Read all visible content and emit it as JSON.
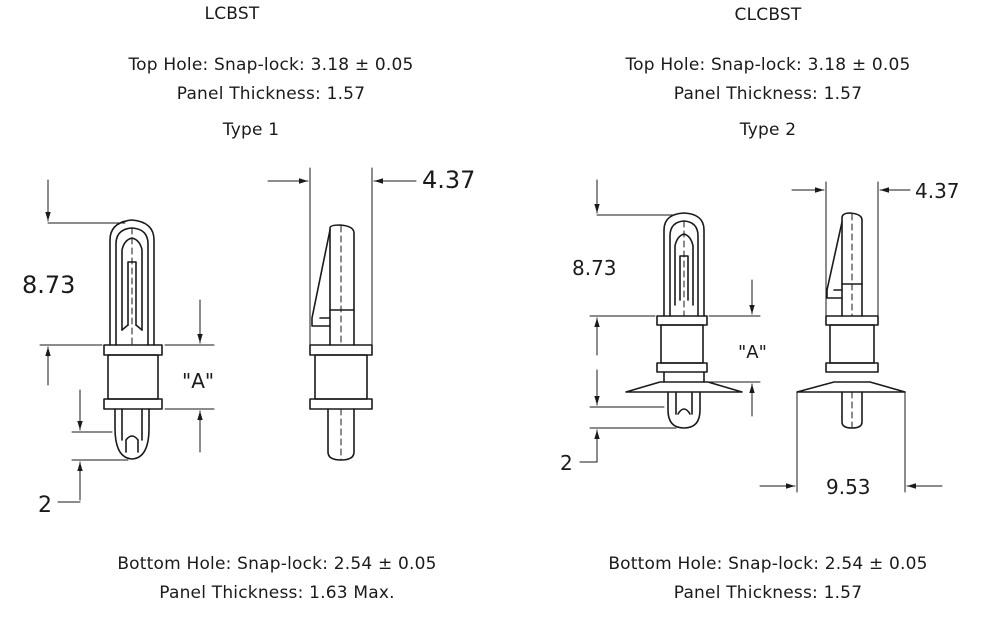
{
  "left": {
    "title": "LCBST",
    "top_hole": "Top Hole: Snap-lock: 3.18 ± 0.05",
    "top_panel": "Panel Thickness: 1.57",
    "type": "Type 1",
    "bottom_hole": "Bottom Hole: Snap-lock: 2.54 ± 0.05",
    "bottom_panel": "Panel Thickness: 1.63 Max.",
    "dims": {
      "height": "8.73",
      "width": "4.37",
      "a": "\"A\"",
      "tip": "2"
    }
  },
  "right": {
    "title": "CLCBST",
    "top_hole": "Top Hole: Snap-lock: 3.18 ± 0.05",
    "top_panel": "Panel Thickness: 1.57",
    "type": "Type 2",
    "bottom_hole": "Bottom Hole: Snap-lock: 2.54 ± 0.05",
    "bottom_panel": "Panel Thickness: 1.57",
    "dims": {
      "height": "8.73",
      "width": "4.37",
      "a": "\"A\"",
      "tip": "2",
      "flange": "9.53"
    }
  }
}
